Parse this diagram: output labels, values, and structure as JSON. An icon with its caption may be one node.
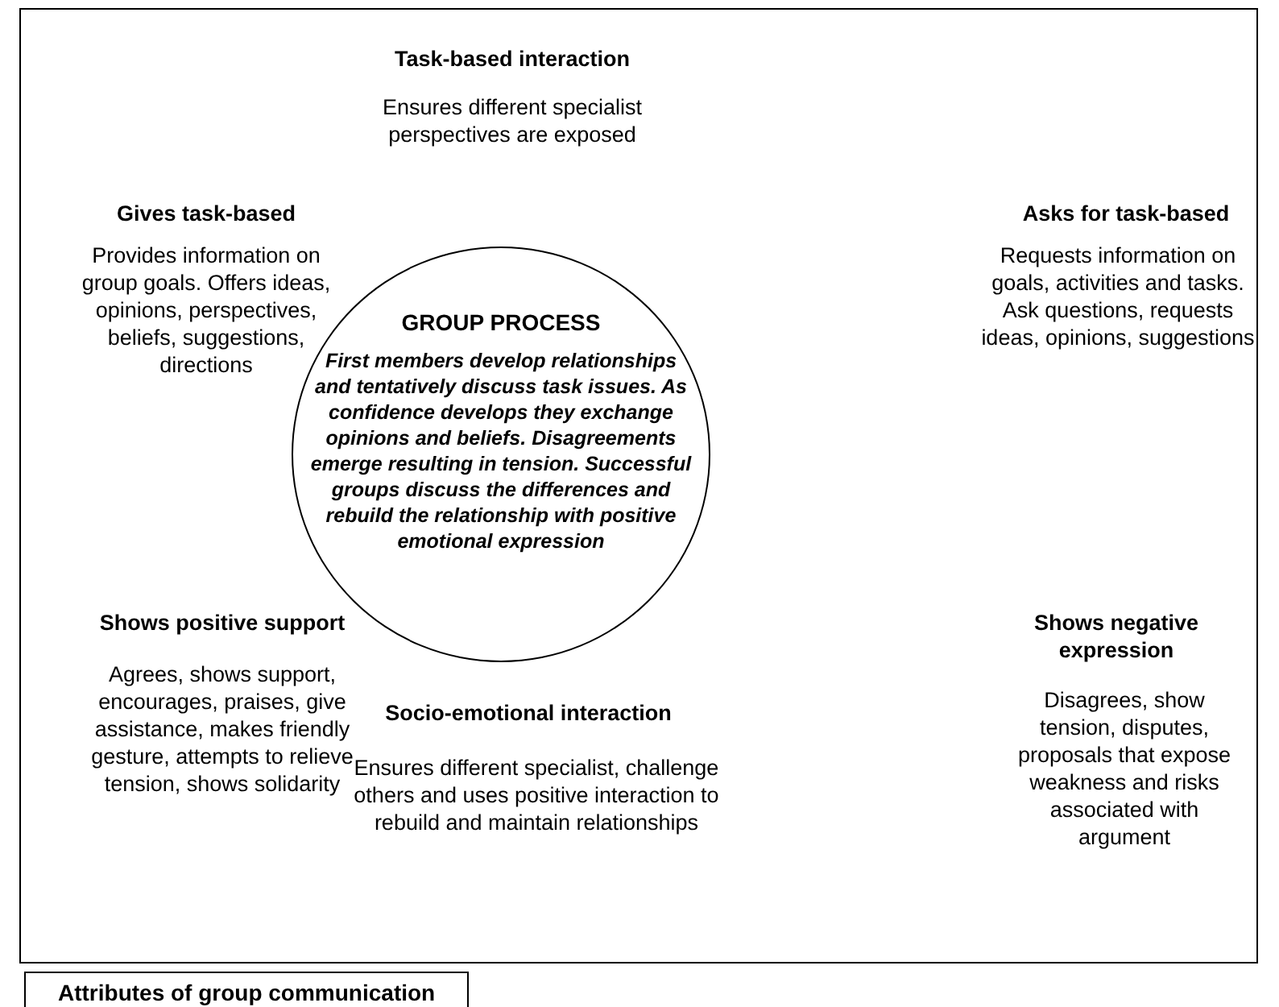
{
  "diagram": {
    "nodes": [
      {
        "text": [
          "Attributes of group communication"
        ]
      },
      {
        "text": [
          "GROUP PROCESS",
          "First members develop relationships and tentatively discuss task issues. As confidence develops they exchange opinions and beliefs. Disagreements emerge resulting in tension. Successful groups discuss the differences and rebuild the relationship with positive emotional expression"
        ],
        "in": 0
      }
    ],
    "labels": [
      "Task-based interaction",
      "Ensures different specialist perspectives are exposed",
      "Gives task-based",
      "Provides information on group goals. Offers ideas, opinions, perspectives, beliefs, suggestions, directions",
      "Asks for task-based",
      "Requests information on goals, activities and tasks. Ask questions, requests ideas, opinions, suggestions",
      "Shows positive support",
      "Shows negative expression",
      "Agrees, shows support, encourages, praises, give assistance, makes friendly gesture, attempts to relieve tension, shows solidarity",
      "Socio-emotional interaction",
      "Disagrees, show tension, disputes, proposals that expose weakness and risks associated with argument",
      "Ensures different specialist, challenge others and uses positive interaction to rebuild and maintain relationships"
    ]
  }
}
